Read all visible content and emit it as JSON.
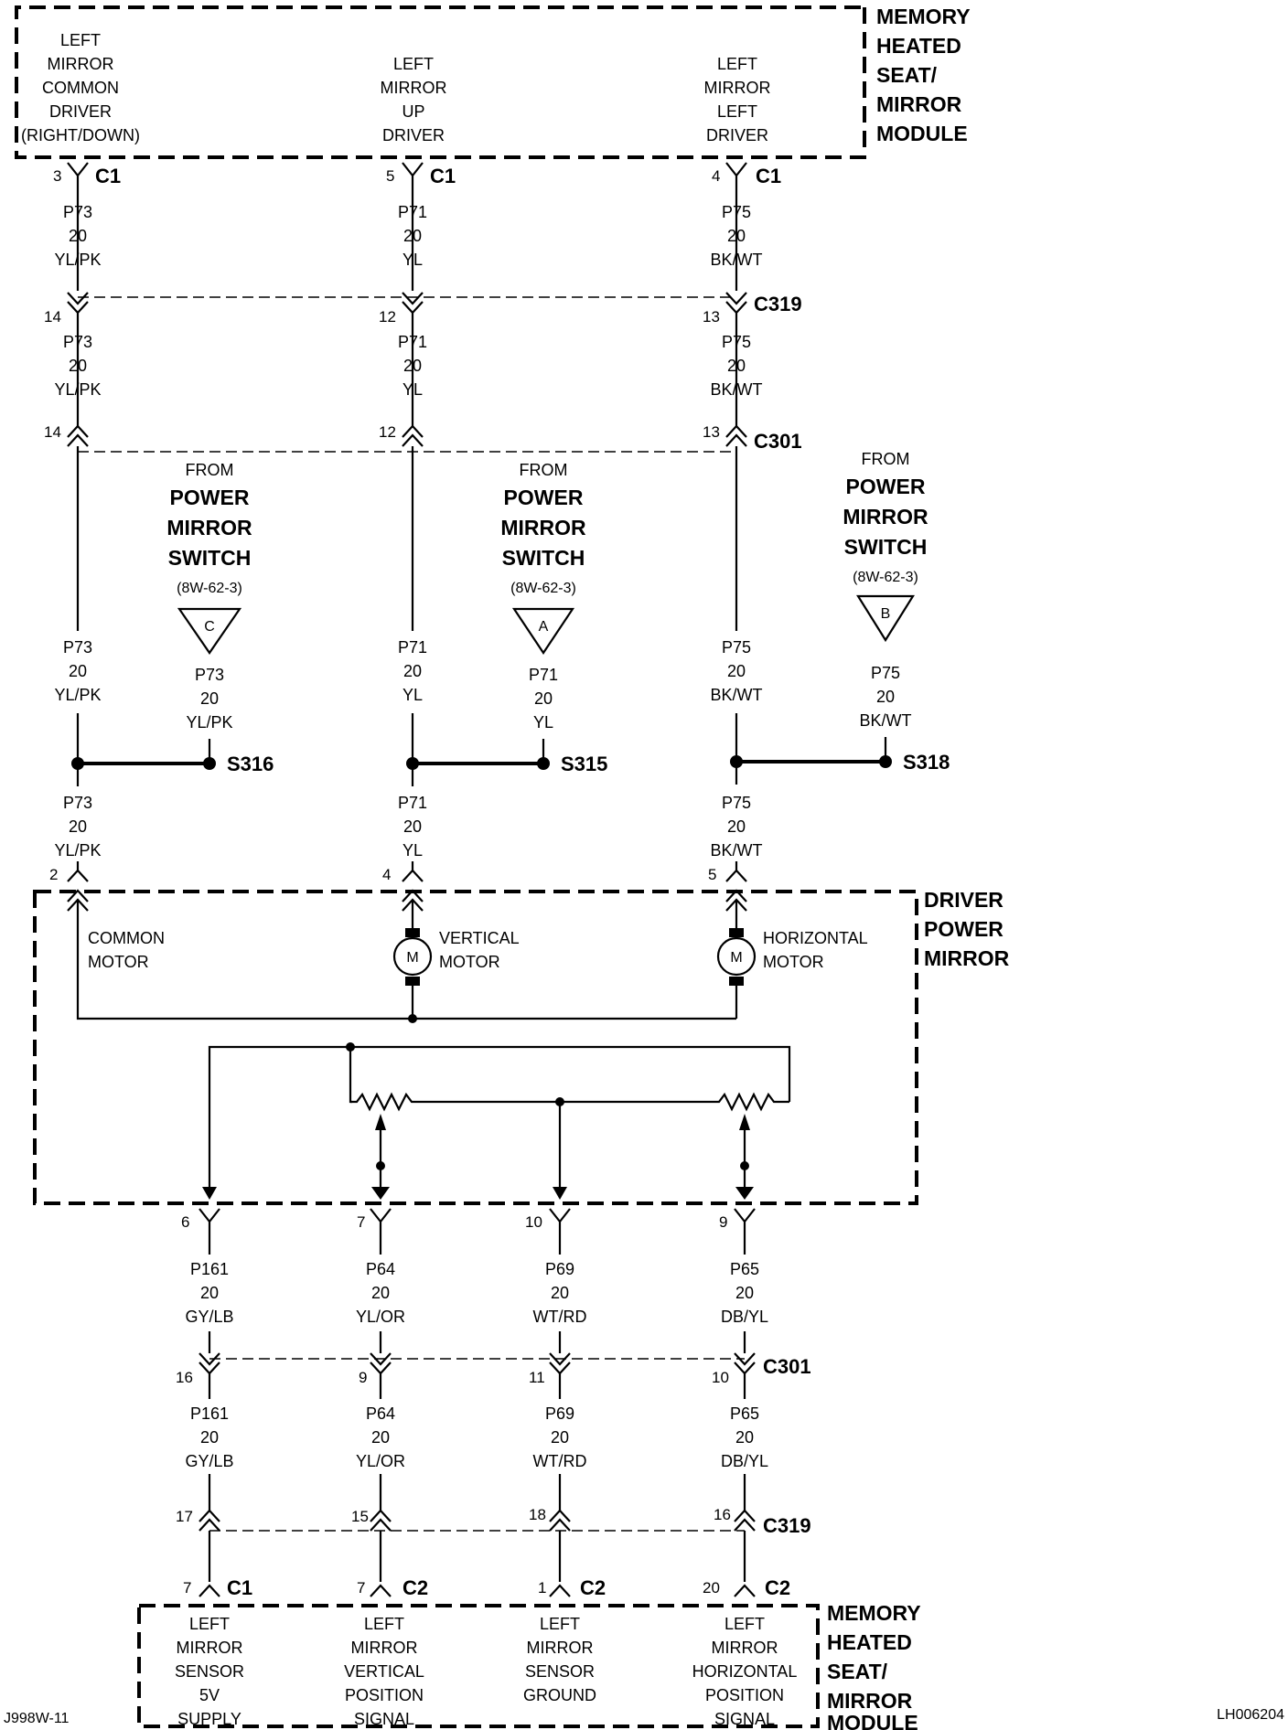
{
  "modules": {
    "top_module": [
      "MEMORY",
      "HEATED",
      "SEAT/",
      "MIRROR",
      "MODULE"
    ],
    "bottom_module": [
      "MEMORY",
      "HEATED",
      "SEAT/",
      "MIRROR",
      "MODULE"
    ],
    "mirror": [
      "DRIVER",
      "POWER",
      "MIRROR"
    ]
  },
  "top_labels": {
    "col1": [
      "LEFT",
      "MIRROR",
      "COMMON",
      "DRIVER",
      "(RIGHT/DOWN)"
    ],
    "col2": [
      "LEFT",
      "MIRROR",
      "UP",
      "DRIVER"
    ],
    "col3": [
      "LEFT",
      "MIRROR",
      "LEFT",
      "DRIVER"
    ]
  },
  "top_connectors": [
    {
      "pin": "3",
      "conn": "C1"
    },
    {
      "pin": "5",
      "conn": "C1"
    },
    {
      "pin": "4",
      "conn": "C1"
    }
  ],
  "wires_top": [
    [
      "P73",
      "20",
      "YL/PK"
    ],
    [
      "P71",
      "20",
      "YL"
    ],
    [
      "P75",
      "20",
      "BK/WT"
    ]
  ],
  "c319_top": {
    "conn": "C319",
    "pins": [
      "14",
      "12",
      "13"
    ]
  },
  "c301_top": {
    "conn": "C301",
    "pins": [
      "14",
      "12",
      "13"
    ]
  },
  "switch_refs": [
    {
      "from": "FROM",
      "name": [
        "POWER",
        "MIRROR",
        "SWITCH"
      ],
      "page": "(8W-62-3)",
      "letter": "C",
      "wire": [
        "P73",
        "20",
        "YL/PK"
      ],
      "splice": "S316"
    },
    {
      "from": "FROM",
      "name": [
        "POWER",
        "MIRROR",
        "SWITCH"
      ],
      "page": "(8W-62-3)",
      "letter": "A",
      "wire": [
        "P71",
        "20",
        "YL"
      ],
      "splice": "S315"
    },
    {
      "from": "FROM",
      "name": [
        "POWER",
        "MIRROR",
        "SWITCH"
      ],
      "page": "(8W-62-3)",
      "letter": "B",
      "wire": [
        "P75",
        "20",
        "BK/WT"
      ],
      "splice": "S318"
    }
  ],
  "mirror_pins": [
    "2",
    "4",
    "5"
  ],
  "motors": {
    "common": [
      "COMMON",
      "MOTOR"
    ],
    "vertical": [
      "VERTICAL",
      "MOTOR"
    ],
    "horizontal": [
      "HORIZONTAL",
      "MOTOR"
    ],
    "symbol": "M"
  },
  "sensor_pins": [
    "6",
    "7",
    "10",
    "9"
  ],
  "wires_bottom": [
    [
      "P161",
      "20",
      "GY/LB"
    ],
    [
      "P64",
      "20",
      "YL/OR"
    ],
    [
      "P69",
      "20",
      "WT/RD"
    ],
    [
      "P65",
      "20",
      "DB/YL"
    ]
  ],
  "c301_bottom": {
    "conn": "C301",
    "pins": [
      "16",
      "9",
      "11",
      "10"
    ]
  },
  "c319_bottom": {
    "conn": "C319",
    "pins": [
      "17",
      "15",
      "18",
      "16"
    ]
  },
  "bottom_connectors": [
    {
      "pin": "7",
      "conn": "C1"
    },
    {
      "pin": "7",
      "conn": "C2"
    },
    {
      "pin": "1",
      "conn": "C2"
    },
    {
      "pin": "20",
      "conn": "C2"
    }
  ],
  "bottom_labels": {
    "col1": [
      "LEFT",
      "MIRROR",
      "SENSOR",
      "5V",
      "SUPPLY"
    ],
    "col2": [
      "LEFT",
      "MIRROR",
      "VERTICAL",
      "POSITION",
      "SIGNAL"
    ],
    "col3": [
      "LEFT",
      "MIRROR",
      "SENSOR",
      "GROUND"
    ],
    "col4": [
      "LEFT",
      "MIRROR",
      "HORIZONTAL",
      "POSITION",
      "SIGNAL"
    ]
  },
  "footer": {
    "left": "J998W-11",
    "right": "LH006204"
  }
}
